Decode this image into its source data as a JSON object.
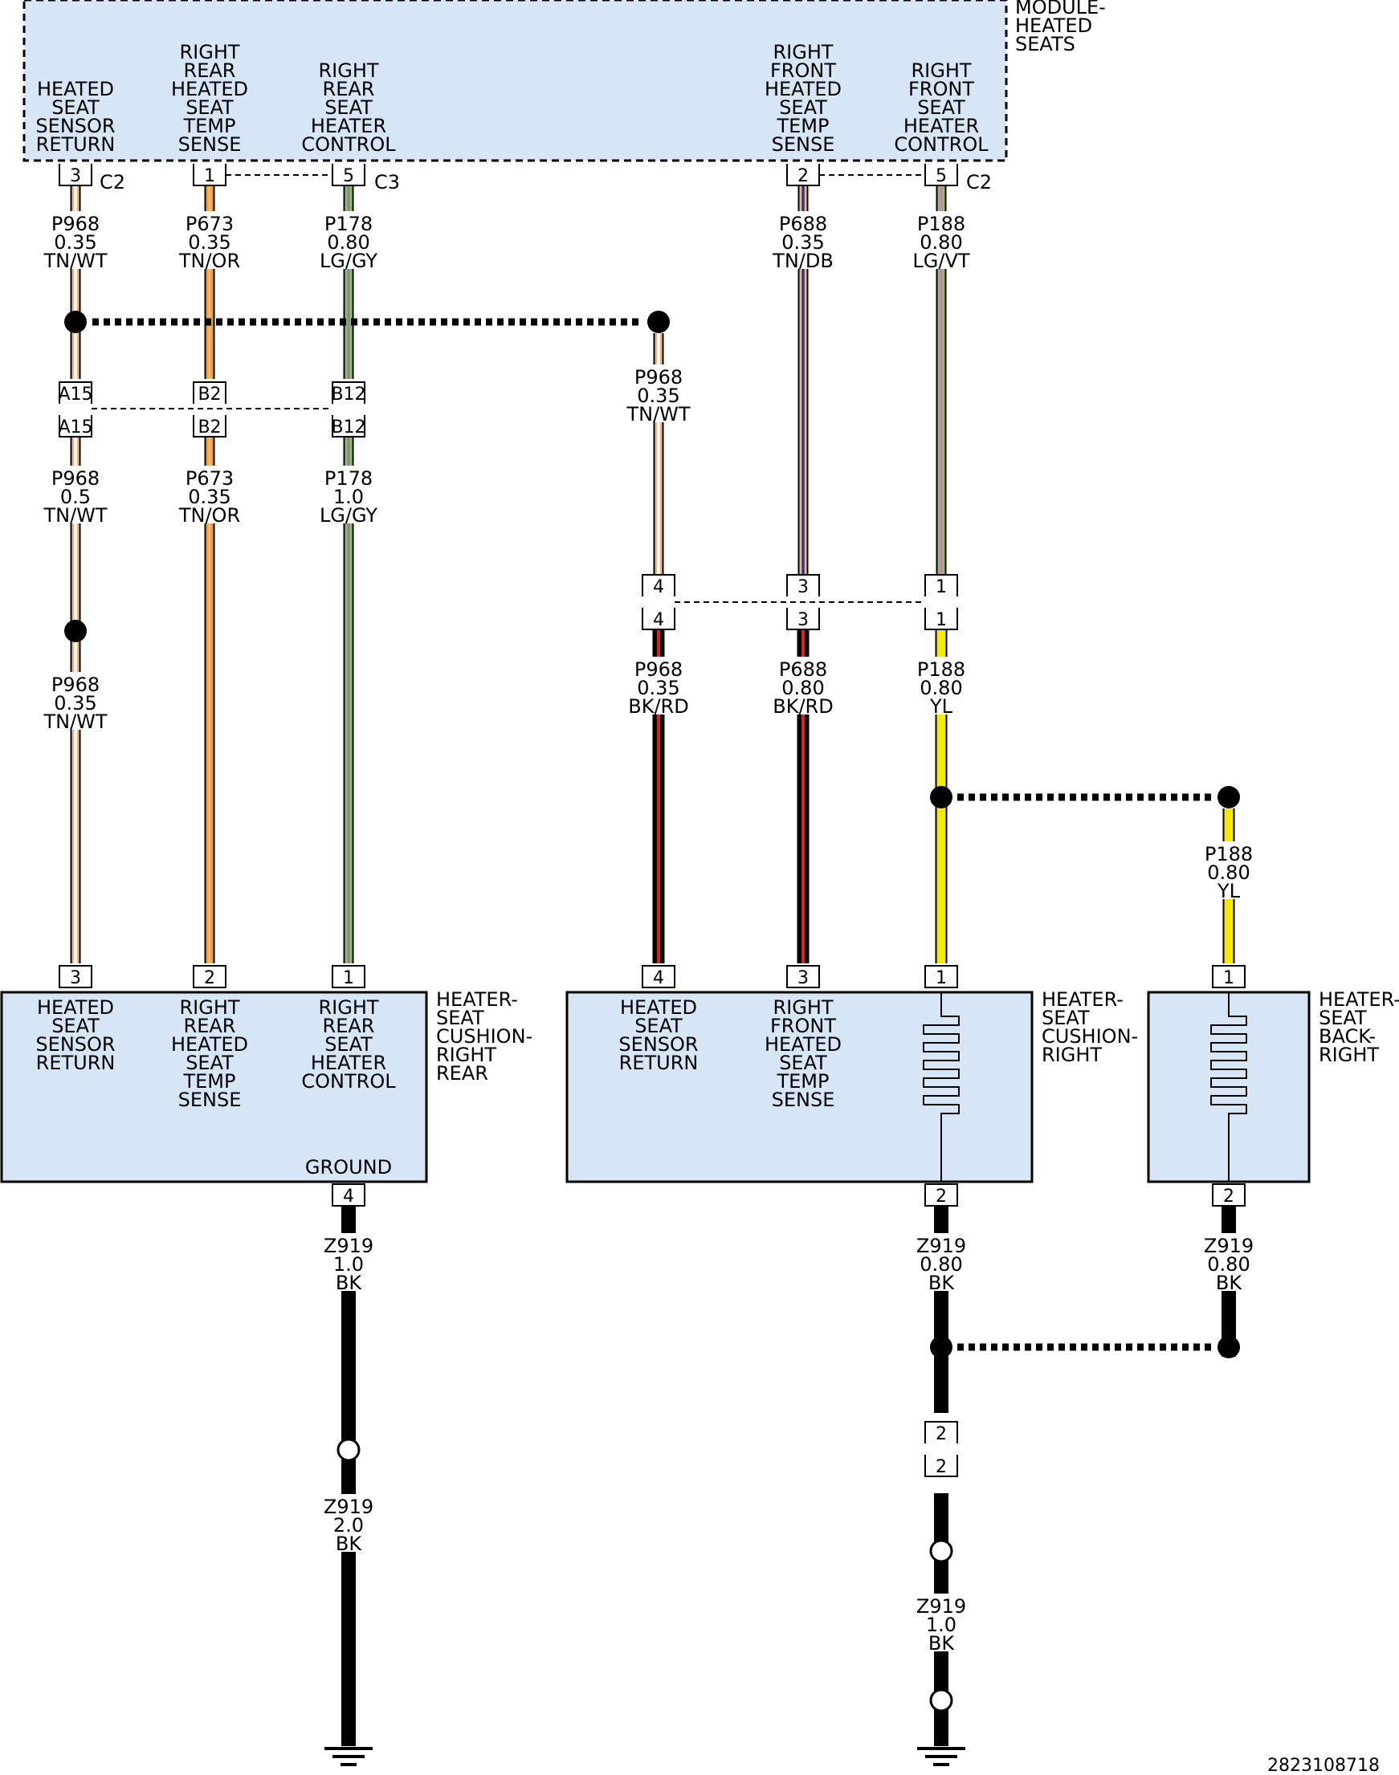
{
  "module": {
    "title_lines": [
      "MODULE-",
      "HEATED",
      "SEATS"
    ],
    "functions": [
      {
        "lines": [
          "HEATED",
          "SEAT",
          "SENSOR",
          "RETURN"
        ]
      },
      {
        "lines": [
          "RIGHT",
          "REAR",
          "HEATED",
          "SEAT",
          "TEMP",
          "SENSE"
        ]
      },
      {
        "lines": [
          "RIGHT",
          "REAR",
          "SEAT",
          "HEATER",
          "CONTROL"
        ]
      },
      {
        "lines": [
          "RIGHT",
          "FRONT",
          "HEATED",
          "SEAT",
          "TEMP",
          "SENSE"
        ]
      },
      {
        "lines": [
          "RIGHT",
          "FRONT",
          "SEAT",
          "HEATER",
          "CONTROL"
        ]
      }
    ],
    "pins": [
      "3",
      "1",
      "5",
      "2",
      "5"
    ],
    "connectors": [
      "C2",
      "C3",
      "C2"
    ]
  },
  "wires": {
    "w1": [
      "P968",
      "0.35",
      "TN/WT"
    ],
    "w2": [
      "P673",
      "0.35",
      "TN/OR"
    ],
    "w3": [
      "P178",
      "0.80",
      "LG/GY"
    ],
    "w4": [
      "P688",
      "0.35",
      "TN/DB"
    ],
    "w5": [
      "P188",
      "0.80",
      "LG/VT"
    ],
    "w6": [
      "P968",
      "0.35",
      "TN/WT"
    ],
    "w7": [
      "P968",
      "0.5",
      "TN/WT"
    ],
    "w8": [
      "P673",
      "0.35",
      "TN/OR"
    ],
    "w9": [
      "P178",
      "1.0",
      "LG/GY"
    ],
    "w10": [
      "P968",
      "0.35",
      "TN/WT"
    ],
    "w11": [
      "P968",
      "0.35",
      "BK/RD"
    ],
    "w12": [
      "P688",
      "0.80",
      "BK/RD"
    ],
    "w13": [
      "P188",
      "0.80",
      "YL"
    ],
    "w14": [
      "P188",
      "0.80",
      "YL"
    ],
    "w15": [
      "Z919",
      "1.0",
      "BK"
    ],
    "w16": [
      "Z919",
      "2.0",
      "BK"
    ],
    "w17": [
      "Z919",
      "0.80",
      "BK"
    ],
    "w18": [
      "Z919",
      "0.80",
      "BK"
    ],
    "w19": [
      "Z919",
      "1.0",
      "BK"
    ]
  },
  "inline_connectors": {
    "left_pins": [
      "A15",
      "B2",
      "B12"
    ],
    "right_pins": [
      "4",
      "3",
      "1"
    ],
    "ground_pin": "2"
  },
  "heater_rear": {
    "title_lines": [
      "HEATER-",
      "SEAT",
      "CUSHION-",
      "RIGHT",
      "REAR"
    ],
    "functions": [
      {
        "lines": [
          "HEATED",
          "SEAT",
          "SENSOR",
          "RETURN"
        ]
      },
      {
        "lines": [
          "RIGHT",
          "REAR",
          "HEATED",
          "SEAT",
          "TEMP",
          "SENSE"
        ]
      },
      {
        "lines": [
          "RIGHT",
          "REAR",
          "SEAT",
          "HEATER",
          "CONTROL"
        ]
      }
    ],
    "ground_label": "GROUND",
    "pins": [
      "3",
      "2",
      "1"
    ],
    "ground_pin": "4"
  },
  "heater_cushion": {
    "title_lines": [
      "HEATER-",
      "SEAT",
      "CUSHION-",
      "RIGHT"
    ],
    "functions": [
      {
        "lines": [
          "HEATED",
          "SEAT",
          "SENSOR",
          "RETURN"
        ]
      },
      {
        "lines": [
          "RIGHT",
          "FRONT",
          "HEATED",
          "SEAT",
          "TEMP",
          "SENSE"
        ]
      }
    ],
    "pins": [
      "4",
      "3",
      "1"
    ],
    "ground_pin": "2"
  },
  "heater_back": {
    "title_lines": [
      "HEATER-",
      "SEAT",
      "BACK-",
      "RIGHT"
    ],
    "pin_top": "1",
    "pin_bottom": "2"
  },
  "diagram_id": "2823108718",
  "colors": {
    "block_fill": "#d6e6f6",
    "TN": "#e8b98a",
    "WT": "#ffffff",
    "OR": "#f5a02a",
    "LG": "#8fbf6a",
    "GY": "#8a8a8a",
    "DB": "#2b2f8f",
    "VT": "#d67ac8",
    "BK": "#000000",
    "RD": "#e02020",
    "YL": "#f5e80f"
  }
}
